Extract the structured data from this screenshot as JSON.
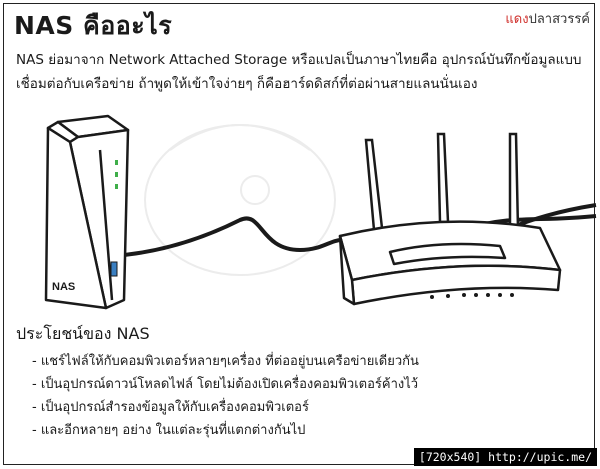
{
  "title": "NAS คืออะไร",
  "brand": {
    "accent": "แดง",
    "rest": "ปลาสวรรค์"
  },
  "intro": {
    "line1": "NAS ย่อมาจาก Network Attached Storage หรือแปลเป็นภาษาไทยคือ อุปกรณ์บันทึกข้อมูลแบบ",
    "line2": "เชื่อมต่อกับเครือข่าย ถ้าพูดให้เข้าใจง่ายๆ ก็คือฮาร์ดดิสก์ที่ต่อผ่านสายแลนนั่นเอง"
  },
  "illustration": {
    "nas_label": "NAS"
  },
  "benefits": {
    "heading": "ประโยชน์ของ NAS",
    "items": [
      "แชร์ไฟล์ให้กับคอมพิวเตอร์หลายๆเครื่อง ที่ต่ออยู่บนเครือข่ายเดียวกัน",
      "เป็นอุปกรณ์ดาวน์โหลดไฟล์ โดยไม่ต้องเปิดเครื่องคอมพิวเตอร์ค้างไว้",
      "เป็นอุปกรณ์สำรองข้อมูลให้กับเครื่องคอมพิวเตอร์",
      "และอีกหลายๆ อย่าง ในแต่ละรุ่นที่แตกต่างกันไป"
    ]
  },
  "footer": "[720x540] http://upic.me/",
  "colors": {
    "brand_accent": "#d0312d",
    "led": "#3fae49",
    "port": "#3a7fc1"
  }
}
